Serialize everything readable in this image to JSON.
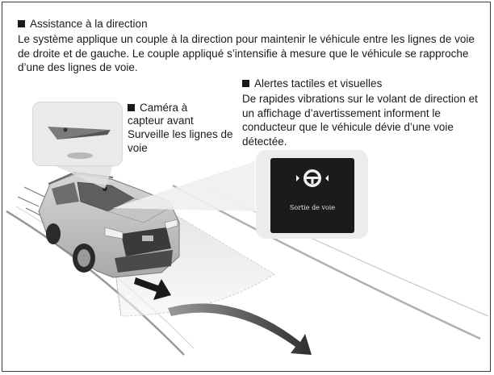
{
  "sections": {
    "main": {
      "heading": "Assistance à la direction",
      "body": "Le système applique un couple à la direction pour maintenir le véhicule entre les lignes de voie de droite et de gauche. Le couple appliqué s’intensifie à mesure que le véhicule se rapproche d’une des lignes de voie."
    },
    "alerts": {
      "heading": "Alertes tactiles et visuelles",
      "body": "De rapides vibrations sur le volant de direction et un affichage d’avertissement informent le conducteur que le véhicule dévie d’une voie détectée."
    },
    "camera": {
      "heading": "Caméra à capteur avant",
      "body": "Surveille les lignes de voie"
    }
  },
  "display": {
    "warning_label": "Sortie de voie",
    "icon": "steering-wheel-icon"
  },
  "colors": {
    "arrow_gradient_start": "#8a8a8a",
    "arrow_gradient_end": "#333333",
    "screen_bg": "#1b1b1b",
    "box_bg": "#ececec"
  }
}
